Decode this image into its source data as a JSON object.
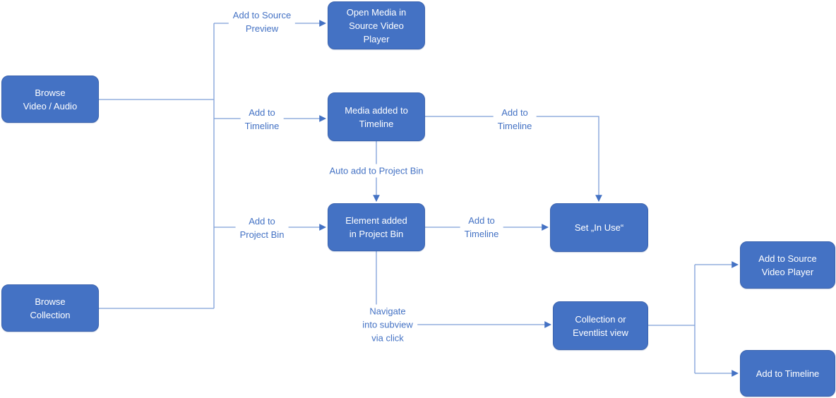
{
  "diagram": {
    "title": "Media browsing and timeline workflow flowchart",
    "colors": {
      "node_fill": "#4472C4",
      "node_border": "#3B63AE",
      "node_text": "#FFFFFF",
      "label_text": "#4472C4",
      "connector_line": "#7E9FD8",
      "arrowhead": "#4472C4",
      "background": "#FFFFFF"
    },
    "nodes": [
      {
        "id": "browse-video-audio",
        "text": "Browse\nVideo / Audio"
      },
      {
        "id": "browse-collection",
        "text": "Browse\nCollection"
      },
      {
        "id": "open-media-source-player",
        "text": "Open Media in\nSource Video\nPlayer"
      },
      {
        "id": "media-added-timeline",
        "text": "Media added to\nTimeline"
      },
      {
        "id": "element-added-project-bin",
        "text": "Element added\nin Project Bin"
      },
      {
        "id": "set-in-use",
        "text": "Set „In Use“"
      },
      {
        "id": "collection-eventlist-view",
        "text": "Collection or\nEventlist view"
      },
      {
        "id": "add-to-source-video-player",
        "text": "Add to Source\nVideo Player"
      },
      {
        "id": "add-to-timeline",
        "text": "Add to Timeline"
      }
    ],
    "edge_labels": [
      {
        "id": "add-to-source-preview",
        "text": "Add to Source\nPreview"
      },
      {
        "id": "add-to-timeline-left",
        "text": "Add to\nTimeline"
      },
      {
        "id": "add-to-project-bin",
        "text": "Add to\nProject Bin"
      },
      {
        "id": "auto-add-project-bin",
        "text": "Auto add to Project Bin"
      },
      {
        "id": "add-to-timeline-upper",
        "text": "Add to\nTimeline"
      },
      {
        "id": "add-to-timeline-mid",
        "text": "Add to\nTimeline"
      },
      {
        "id": "navigate-subview",
        "text": "Navigate\ninto subview\nvia click"
      }
    ]
  }
}
